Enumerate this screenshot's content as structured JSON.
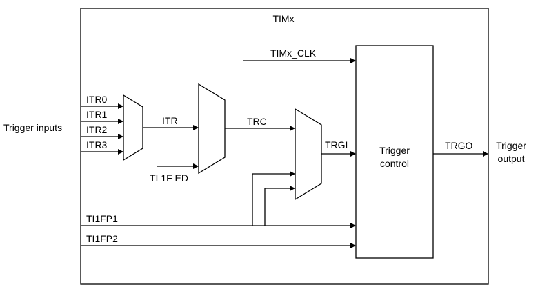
{
  "block_title": "TIMx",
  "external": {
    "trigger_inputs": "Trigger inputs",
    "trigger_output_line1": "Trigger",
    "trigger_output_line2": "output"
  },
  "signals": {
    "itr0": "ITR0",
    "itr1": "ITR1",
    "itr2": "ITR2",
    "itr3": "ITR3",
    "itr": "ITR",
    "ti1f_ed": "TI 1F ED",
    "trc": "TRC",
    "trgi": "TRGI",
    "timx_clk": "TIMx_CLK",
    "trgo": "TRGO",
    "ti1fp1": "TI1FP1",
    "ti1fp2": "TI1FP2"
  },
  "trigger_control": {
    "line1": "Trigger",
    "line2": "control"
  }
}
